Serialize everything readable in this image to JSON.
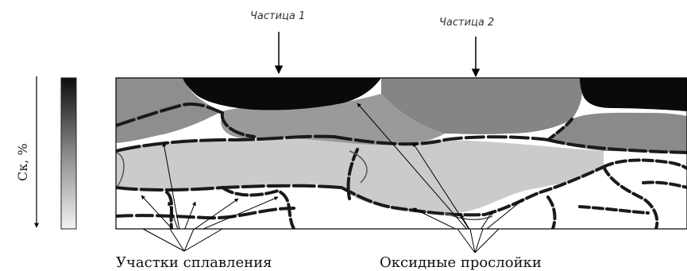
{
  "labels": {
    "particle_1": "Частица 1",
    "particle_2": "Частица 2",
    "fusion_zones": "Участки сплавления",
    "oxide_layers": "Оксидные прослойки",
    "scale_label": "Cк, %"
  },
  "colors": {
    "particle_dark": "#0a0a0a",
    "grey_mid": "#8c8c8c",
    "grey_light": "#c9c9c9",
    "white_zone": "#ffffff",
    "oxide_boundary": "#1a1a1a"
  }
}
